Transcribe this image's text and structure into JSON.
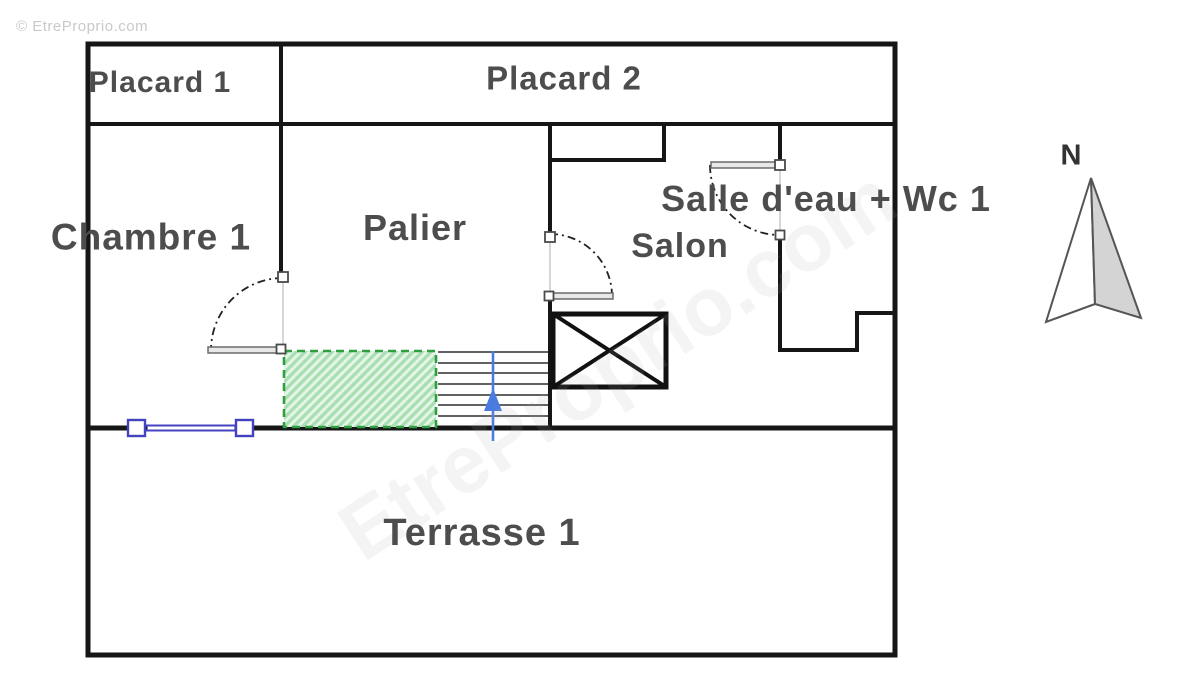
{
  "watermark": {
    "copyright_text": "© EtreProprio.com",
    "diagonal_text": "EtreProprio.com"
  },
  "floor_plan": {
    "rooms": {
      "placard1": "Placard 1",
      "placard2": "Placard 2",
      "chambre1": "Chambre 1",
      "palier": "Palier",
      "salon": "Salon",
      "salle_eau_wc": "Salle d'eau + Wc 1",
      "terrasse": "Terrasse 1"
    },
    "compass": {
      "north_label": "N"
    },
    "colors": {
      "wall": "#161616",
      "room_label": "#4d4d4d",
      "window_blue": "#4343c1",
      "stair_arrow_blue": "#4a7ce0",
      "green_zone_border": "#2f9e41",
      "green_zone_fill": "#e3f5e5",
      "green_zone_hatch": "#a9ddb2",
      "door_leaf_fill": "#e8e8e8",
      "door_leaf_border": "#6b6b6b",
      "compass_fill": "#d4d4d4",
      "compass_outline": "#555555",
      "watermark_gray": "#c9c9c9"
    }
  }
}
